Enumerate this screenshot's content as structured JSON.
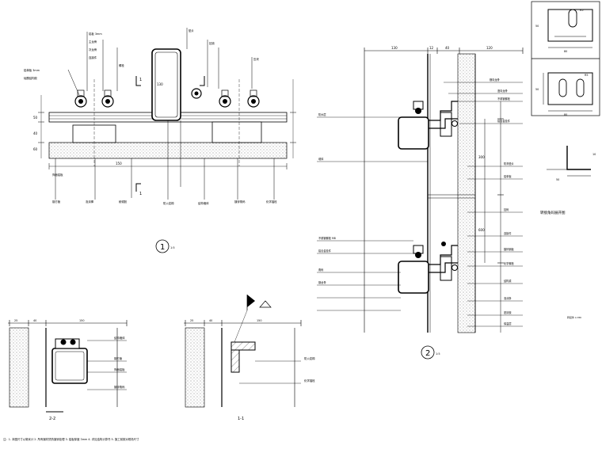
{
  "labels": {
    "detail_1": "1",
    "detail_1_scale": "1:5",
    "detail_2": "2",
    "detail_2_scale": "1:5",
    "section_22": "2-2",
    "section_11": "1-1",
    "section_mark_left": "1",
    "section_mark_right": "1",
    "connector_caption": "转接角码展开图",
    "dim_150": "150",
    "dim_130_a": "130",
    "dim_130_b": "130",
    "dim_120": "120",
    "dim_300": "300",
    "dim_600": "600",
    "dim_80": "80",
    "dim_60": "60",
    "dim_50": "50",
    "dim_40": "40",
    "dim_25": "25",
    "dim_12": "12",
    "dim_10": "10",
    "dim_r": "R5",
    "note_bottom": "注：1. 本图尺寸以毫米计    2. 所有钢材须热镀锌处理    3. 铝板厚度 3mm    4. 详见结构计算书    5. 施工前核对现场尺寸",
    "side_note": "转接件 L=80"
  },
  "callouts": {
    "left": [
      "铝单板 3mm",
      "硅酮结构胶",
      "不锈钢螺栓 M8",
      "铝合金挂件",
      "角码",
      "钢龙骨"
    ],
    "top": [
      "铝板 3mm",
      "主龙骨",
      "次龙骨",
      "连接件",
      "螺栓",
      "垫片",
      "挂钩",
      "压块"
    ],
    "bottom": [
      "饰面铝板",
      "钢方管",
      "泡沫棒",
      "耐候胶",
      "防火岩棉",
      "结构墙体",
      "镀锌角码",
      "化学锚栓"
    ],
    "right_detail": [
      "横向龙骨",
      "竖向龙骨",
      "不锈钢螺栓",
      "铝合金挂件",
      "防滑垫片",
      "铝单板",
      "挂码",
      "连接件",
      "镀锌钢板",
      "化学螺栓",
      "结构梁",
      "泡沫条",
      "密封胶",
      "保温层",
      "防水层",
      "墙体"
    ]
  }
}
